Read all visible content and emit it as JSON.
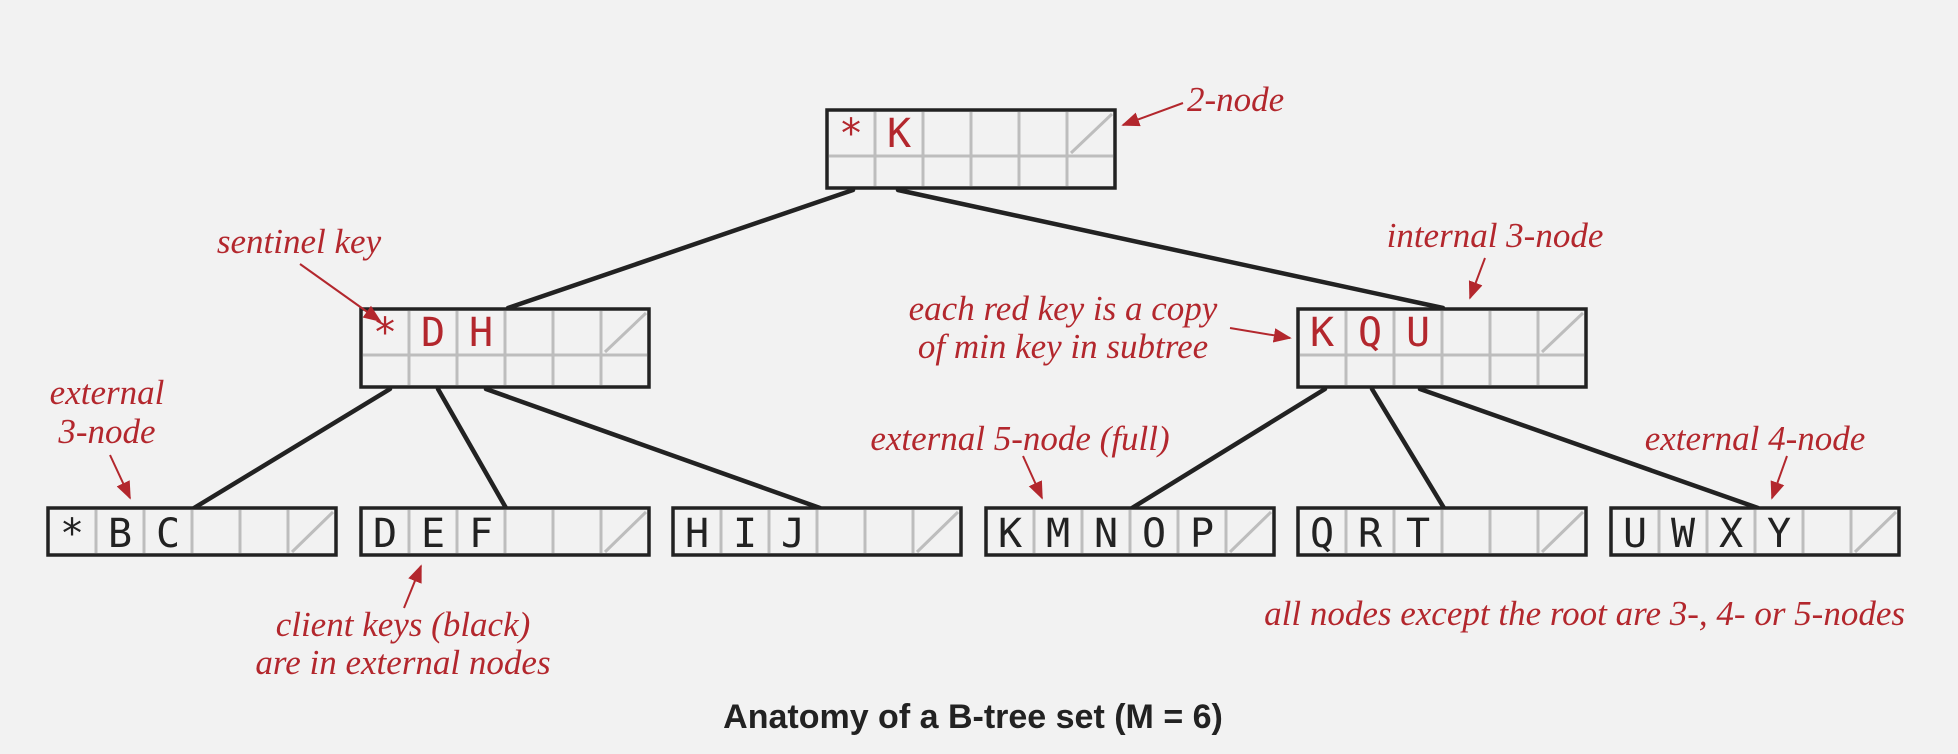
{
  "colors": {
    "key_red": "#b3272d",
    "key_black": "#222222",
    "link": "#222222",
    "cell_grid": "#bdbdbd",
    "background": "#f2f2f2"
  },
  "tree": {
    "root": {
      "keys": [
        "*",
        "K"
      ],
      "red": [
        true,
        true
      ]
    },
    "internal_left": {
      "keys": [
        "*",
        "D",
        "H"
      ],
      "red": [
        true,
        true,
        true
      ]
    },
    "internal_right": {
      "keys": [
        "K",
        "Q",
        "U"
      ],
      "red": [
        true,
        true,
        true
      ]
    },
    "leaves": [
      {
        "keys": [
          "*",
          "B",
          "C"
        ]
      },
      {
        "keys": [
          "D",
          "E",
          "F"
        ]
      },
      {
        "keys": [
          "H",
          "I",
          "J"
        ]
      },
      {
        "keys": [
          "K",
          "M",
          "N",
          "O",
          "P"
        ]
      },
      {
        "keys": [
          "Q",
          "R",
          "T"
        ]
      },
      {
        "keys": [
          "U",
          "W",
          "X",
          "Y"
        ]
      }
    ]
  },
  "annotations": {
    "two_node": "2-node",
    "sentinel_key": "sentinel key",
    "internal_three_node": "internal 3-node",
    "red_key_copy": [
      "each red key is a copy",
      "of min key in subtree"
    ],
    "external_three_node": [
      "external",
      "3-node"
    ],
    "external_five_node": "external 5-node (full)",
    "external_four_node": "external 4-node",
    "client_keys": [
      "client keys (black)",
      "are in external nodes"
    ],
    "all_nodes": "all nodes except the root are 3-, 4- or 5-nodes"
  },
  "caption": "Anatomy of a B-tree set (M = 6)"
}
